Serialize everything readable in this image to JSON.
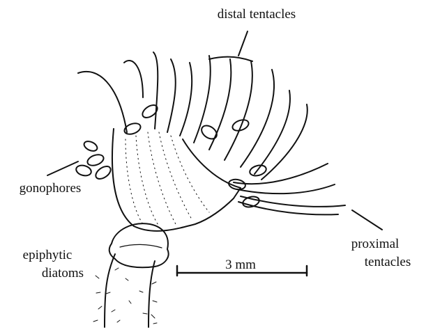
{
  "labels": {
    "distal": "distal tentacles",
    "gonophores": "gonophores",
    "epiphytic_line1": "epiphytic",
    "epiphytic_line2": "diatoms",
    "proximal_line1": "proximal",
    "proximal_line2": "tentacles"
  },
  "scale_bar": {
    "label": "3 mm"
  },
  "colors": {
    "ink": "#111111",
    "background": "#ffffff"
  }
}
